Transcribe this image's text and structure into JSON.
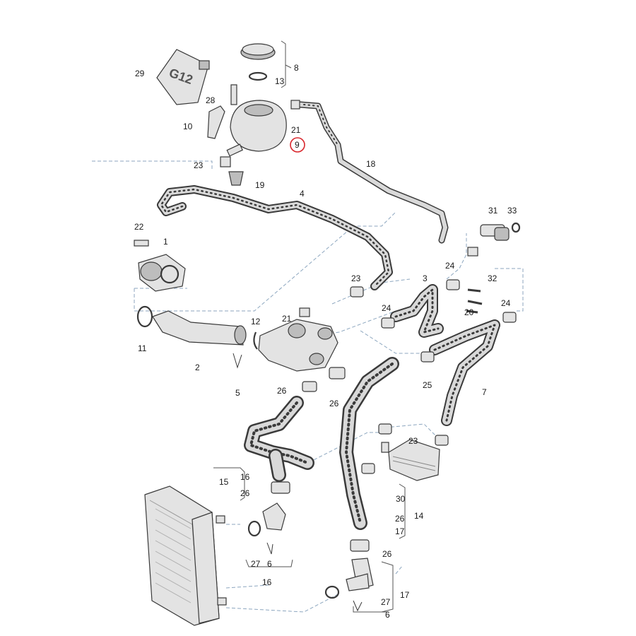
{
  "callouts": {
    "p29": "29",
    "p8": "8",
    "p13": "13",
    "p28": "28",
    "p10": "10",
    "p21a": "21",
    "p9": "9",
    "p18": "18",
    "p23a": "23",
    "p19": "19",
    "p4": "4",
    "p22": "22",
    "p1": "1",
    "p31": "31",
    "p33": "33",
    "p24a": "24",
    "p32": "32",
    "p3": "3",
    "p23b": "23",
    "p24b": "24",
    "p20": "20",
    "p24c": "24",
    "p11": "11",
    "p12": "12",
    "p21b": "21",
    "p2": "2",
    "p5": "5",
    "p26a": "26",
    "p26b": "26",
    "p25": "25",
    "p7": "7",
    "p23c": "23",
    "p15": "15",
    "p16a": "16",
    "p26c": "26",
    "p30": "30",
    "p14": "14",
    "p26d": "26",
    "p17a": "17",
    "p26e": "26",
    "p27a": "27",
    "p6a": "6",
    "p16b": "16",
    "p17b": "17",
    "p27b": "27",
    "p6b": "6"
  },
  "highlight": {
    "target": "9",
    "color": "#d9262c"
  },
  "colors": {
    "line": "#3a3a3a",
    "leader": "#8ca6bf",
    "part_fill": "#e3e3e3"
  }
}
